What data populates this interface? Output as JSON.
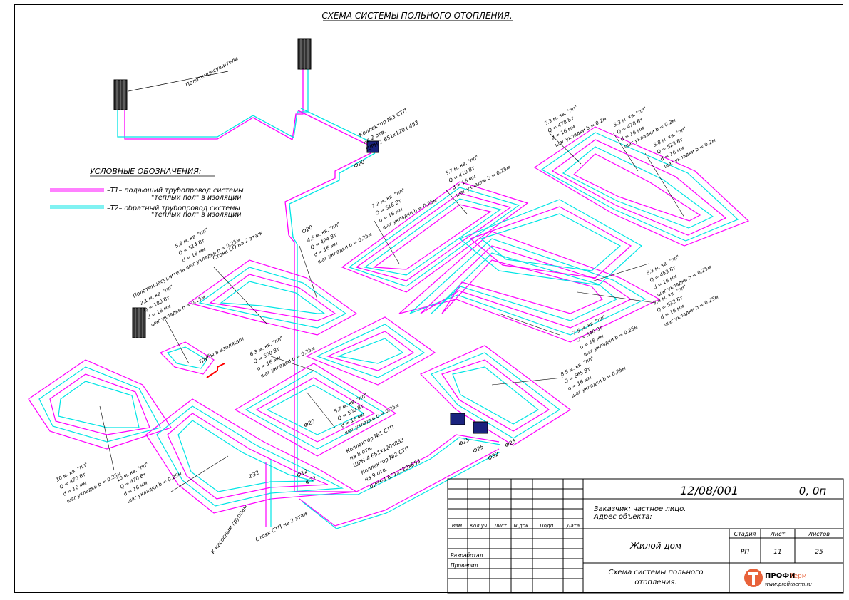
{
  "drawing_title": "СХЕМА СИСТЕМЫ ПОЛЬНОГО ОТОПЛЕНИЯ.",
  "legend": {
    "title": "УСЛОВНЫЕ ОБОЗНАЧЕНИЯ:",
    "items": [
      {
        "line1": "–Т1– подающий трубопровод системы",
        "line2": "\"теплый пол\" в изоляции",
        "color": "#ff00ff"
      },
      {
        "line1": "–Т2– обратный трубопровод системы",
        "line2": "\"теплый пол\" в изоляции",
        "color": "#00e5e5"
      }
    ]
  },
  "labels": {
    "towel_dryer_top": "Полотенцесушители",
    "towel_dryer_left": "Полотенцесушитель",
    "collector3": [
      "Коллектор №3 СТП",
      "на 2 отв.",
      "ШРН-1 651х120х 453"
    ],
    "collector1": [
      "Коллектор №1 СТП",
      "на 8 отв.",
      "ШРН-4 651х120х853"
    ],
    "collector2": [
      "Коллектор №2 СТП",
      "на 9 отв.",
      "ШРН-4 651х120х853"
    ],
    "riser_top": "Стояк СО на 2 этаж",
    "riser_bottom": "Стояк СТП на 2 этаж",
    "pump_group": "К насосным группам",
    "pipes_insulation": "трубы в изоляции",
    "diameters": {
      "d20a": "Ф20",
      "d20b": "Ф20",
      "d20c": "Ф20",
      "d25a": "Ф25",
      "d25b": "Ф25",
      "d25c": "Ф25",
      "d32a": "Ф32",
      "d32b": "Ф32",
      "d32c": "Ф32",
      "d12": "Ф12"
    }
  },
  "zones": {
    "z1": [
      "5.3 м. кв. \"пп\"",
      "Q = 478 Вт",
      "d = 16 мм",
      "шаг укладки b = 0.2м"
    ],
    "z2": [
      "5.3 м. кв. \"пп\"",
      "Q = 478 Вт",
      "d = 16 мм",
      "шаг укладки b = 0.2м"
    ],
    "z3": [
      "5.8 м. кв. \"пп\"",
      "Q = 523 Вт",
      "d = 16 мм",
      "шаг укладки b = 0.2м"
    ],
    "z4": [
      "5.7 м. кв. \"пп\"",
      "Q = 410 Вт",
      "d = 16 мм",
      "шаг укладки b = 0.25м"
    ],
    "z5": [
      "7.2 м. кв. \"пп\"",
      "Q = 518 Вт",
      "d = 16 мм",
      "шаг укладки b = 0.25м"
    ],
    "z6": [
      "4.6 м. кв. \"пп\"",
      "Q = 424 Вт",
      "d = 16 мм",
      "шаг укладки b = 0.25м"
    ],
    "z7": [
      "5.6 м. кв. \"пп\"",
      "Q = 514 Вт",
      "d = 16 мм",
      "шаг укладки b = 0.25м"
    ],
    "z8": [
      "2.1 м. кв. \"пп\"",
      "Q = 180 Вт",
      "d = 16 мм",
      "шаг укладки b = 0.15м"
    ],
    "z9": [
      "6.3 м. кв. \"пп\"",
      "Q = 500 Вт",
      "d = 16 мм",
      "шаг укладки b = 0.25м"
    ],
    "z10": [
      "6.3 м. кв. \"пп\"",
      "Q = 453 Вт",
      "d = 16 мм",
      "шаг укладки b = 0.25м"
    ],
    "z11": [
      "7.4 м. кв. \"пп\"",
      "Q = 532 Вт",
      "d = 16 мм",
      "шаг укладки b = 0.25м"
    ],
    "z12": [
      "7.5 м. кв. \"пп\"",
      "Q = 540 Вт",
      "d = 16 мм",
      "шаг укладки b = 0.25м"
    ],
    "z13": [
      "8.5 м. кв. \"пп\"",
      "Q = 665 Вт",
      "d = 16 мм",
      "шаг укладки b = 0.25м"
    ],
    "z14": [
      "5.7 м. кв. \"пп\"",
      "Q = 500 Вт",
      "d = 16 мм",
      "шаг укладки b = 0.25м"
    ],
    "z15": [
      "10 м. кв. \"пп\"",
      "Q = 470 Вт",
      "d = 16 мм",
      "шаг укладки b = 0.25м"
    ],
    "z16": [
      "10 м. кв. \"пп\"",
      "Q = 470 Вт",
      "d = 16 мм",
      "шаг укладки b = 0.25м"
    ]
  },
  "stamp": {
    "code": "12/08/001",
    "rev": "0, 0п",
    "customer": "Заказчик: частное лицо.",
    "address": "Адрес объекта:",
    "cols": [
      "Изм.",
      "Кол.уч",
      "Лист",
      "N док.",
      "Подп.",
      "Дата"
    ],
    "developed": "Разработал",
    "checked": "Проверил",
    "object": "Жилой дом",
    "stage_h": "Стадия",
    "sheet_h": "Лист",
    "sheets_h": "Листов",
    "stage": "РП",
    "sheet": "11",
    "sheets": "25",
    "description_1": "Схема системы польного",
    "description_2": "отопления.",
    "logo_brand": "ПРОФИ",
    "logo_brand2": "Терм",
    "logo_url": "www.profitherm.ru"
  }
}
